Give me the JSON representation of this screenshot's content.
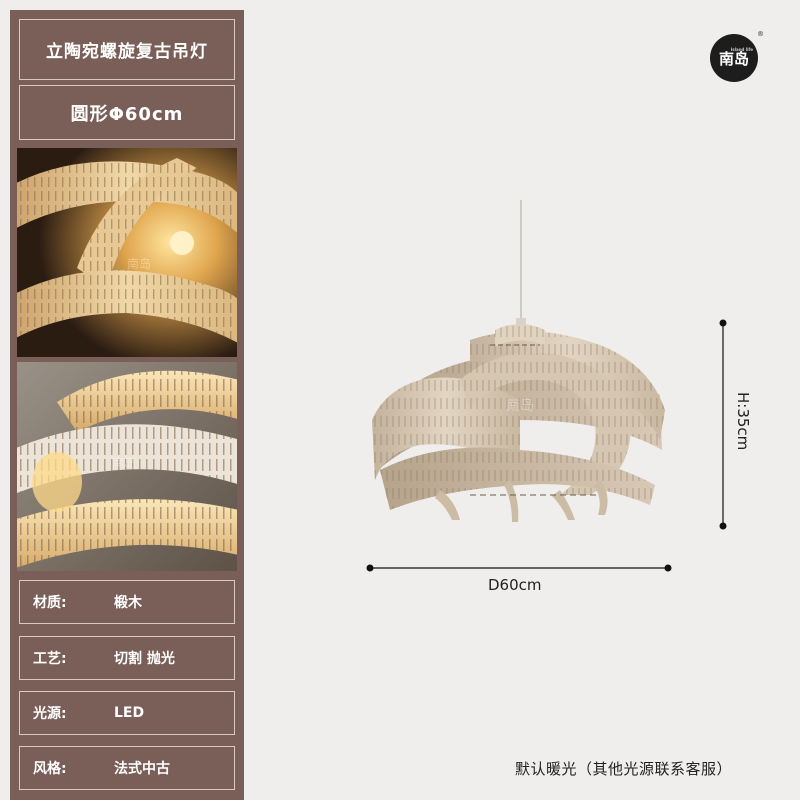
{
  "product": {
    "title": "立陶宛螺旋复古吊灯",
    "size": "圆形Φ60cm"
  },
  "specs": [
    {
      "label": "材质:",
      "value": "椴木"
    },
    {
      "label": "工艺:",
      "value": "切割 抛光"
    },
    {
      "label": "光源:",
      "value": "LED"
    },
    {
      "label": "风格:",
      "value": "法式中古"
    }
  ],
  "brand": {
    "logo_text": "南岛",
    "trademark": "®",
    "tagline": "Island life"
  },
  "dimensions": {
    "width_label": "D60cm",
    "height_label": "H:35cm"
  },
  "footer_note": "默认暖光（其他光源联系客服）",
  "colors": {
    "sidebar": "#7a5f58",
    "background": "#efeeec",
    "wood": "#d8c9b6",
    "wood_shadow": "#bfae97",
    "warm_light": "#f3c36e"
  },
  "watermark": "南岛"
}
